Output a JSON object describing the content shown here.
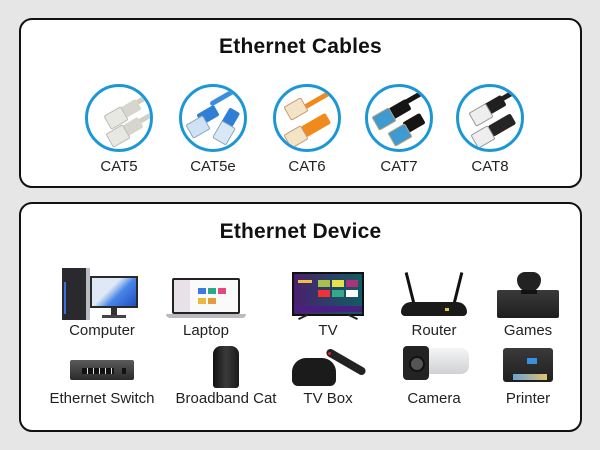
{
  "cables_panel": {
    "title": "Ethernet Cables",
    "accent_color": "#1b97d8",
    "items": [
      {
        "label": "CAT5",
        "icon": "cat5-cable-icon",
        "color": "#d9d9d2"
      },
      {
        "label": "CAT5e",
        "icon": "cat5e-cable-icon",
        "color": "#2f7fd6"
      },
      {
        "label": "CAT6",
        "icon": "cat6-cable-icon",
        "color": "#f08a1c"
      },
      {
        "label": "CAT7",
        "icon": "cat7-cable-icon",
        "color": "#151515"
      },
      {
        "label": "CAT8",
        "icon": "cat8-cable-icon",
        "color": "#202020"
      }
    ]
  },
  "devices_panel": {
    "title": "Ethernet Device",
    "row1": [
      {
        "label": "Computer",
        "icon": "computer-icon"
      },
      {
        "label": "Laptop",
        "icon": "laptop-icon"
      },
      {
        "label": "TV",
        "icon": "tv-icon"
      },
      {
        "label": "Router",
        "icon": "router-icon"
      },
      {
        "label": "Games",
        "icon": "game-console-icon"
      }
    ],
    "row2": [
      {
        "label": "Ethernet Switch",
        "icon": "ethernet-switch-icon"
      },
      {
        "label": "Broadband Cat",
        "icon": "modem-icon"
      },
      {
        "label": "TV Box",
        "icon": "tv-box-icon"
      },
      {
        "label": "Camera",
        "icon": "security-camera-icon"
      },
      {
        "label": "Printer",
        "icon": "printer-icon"
      }
    ]
  }
}
